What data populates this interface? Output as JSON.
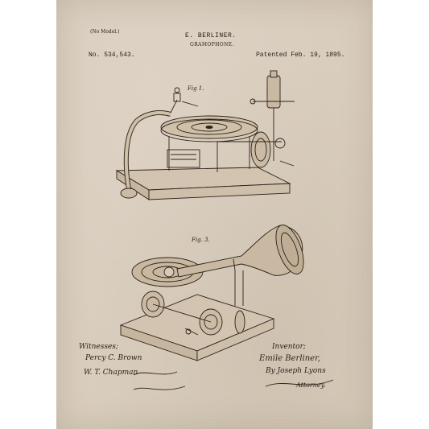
{
  "header": {
    "model_note": "(No Model.)",
    "inventor_name": "E. BERLINER.",
    "invention": "GRAMOPHONE.",
    "patent_number": "No. 534,543.",
    "patent_date": "Patented Feb. 19, 1895."
  },
  "figures": {
    "fig1_label": "Fig 1.",
    "fig3_label": "Fig. 3."
  },
  "footer": {
    "witnesses_label": "Witnesses;",
    "witness_1": "Percy C. Brown",
    "witness_2": "W. T. Chapman",
    "inventor_label": "Inventor;",
    "inventor_signature": "Emile Berliner,",
    "by_attorney": "By Joseph Lyons",
    "attorney_label": "Attorney."
  },
  "colors": {
    "paper": "#d9cdbd",
    "ink": "#2b2219"
  }
}
